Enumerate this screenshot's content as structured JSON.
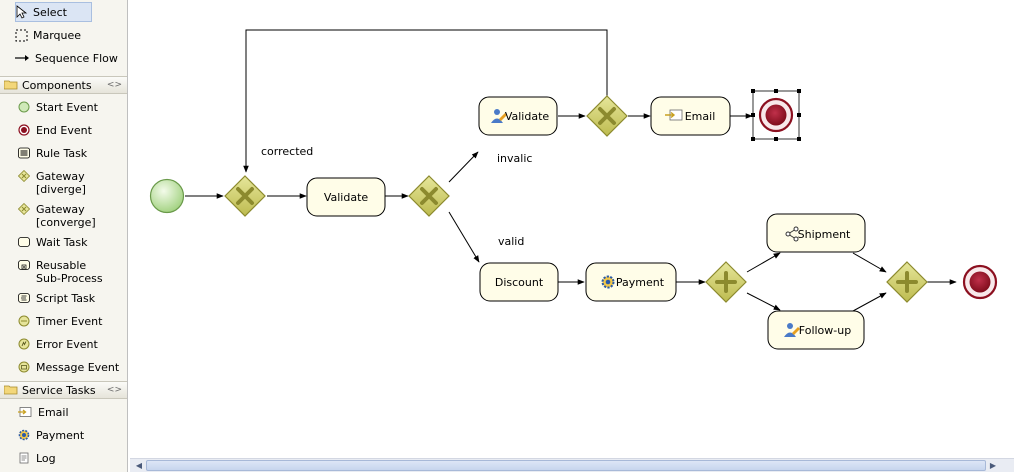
{
  "palette": {
    "tools": [
      {
        "label": "Select",
        "icon": "arrow-cursor-icon"
      },
      {
        "label": "Marquee",
        "icon": "marquee-icon"
      },
      {
        "label": "Sequence Flow",
        "icon": "arrow-right-icon"
      }
    ],
    "drawers": [
      {
        "label": "Components",
        "items": [
          {
            "label": "Start Event",
            "icon": "start-event-icon"
          },
          {
            "label": "End Event",
            "icon": "end-event-icon"
          },
          {
            "label": "Rule Task",
            "icon": "rule-task-icon"
          },
          {
            "label": "Gateway [diverge]",
            "icon": "gateway-diverge-icon"
          },
          {
            "label": "Gateway [converge]",
            "icon": "gateway-converge-icon"
          },
          {
            "label": "Wait Task",
            "icon": "wait-task-icon"
          },
          {
            "label": "Reusable Sub-Process",
            "icon": "subprocess-icon"
          },
          {
            "label": "Script Task",
            "icon": "script-task-icon"
          },
          {
            "label": "Timer Event",
            "icon": "timer-event-icon"
          },
          {
            "label": "Error Event",
            "icon": "error-event-icon"
          },
          {
            "label": "Message Event",
            "icon": "message-event-icon"
          }
        ]
      },
      {
        "label": "Service Tasks",
        "items": [
          {
            "label": "Email",
            "icon": "email-icon"
          },
          {
            "label": "Payment",
            "icon": "payment-gear-icon"
          },
          {
            "label": "Log",
            "icon": "log-icon"
          }
        ]
      }
    ]
  },
  "diagram": {
    "tasks": {
      "validate_main": "Validate",
      "validate_top": "Validate",
      "email": "Email",
      "discount": "Discount",
      "payment": "Payment",
      "shipment": "Shipment",
      "followup": "Follow-up"
    },
    "labels": {
      "corrected": "corrected",
      "invalid": "invalic",
      "valid": "valid"
    },
    "colors": {
      "gateway_fill": "#c5c463",
      "gateway_stroke": "#8c8a2e",
      "end_event": "#8c1020",
      "start_event": "#bfe3a5",
      "task_fill": "#fffde8"
    }
  }
}
